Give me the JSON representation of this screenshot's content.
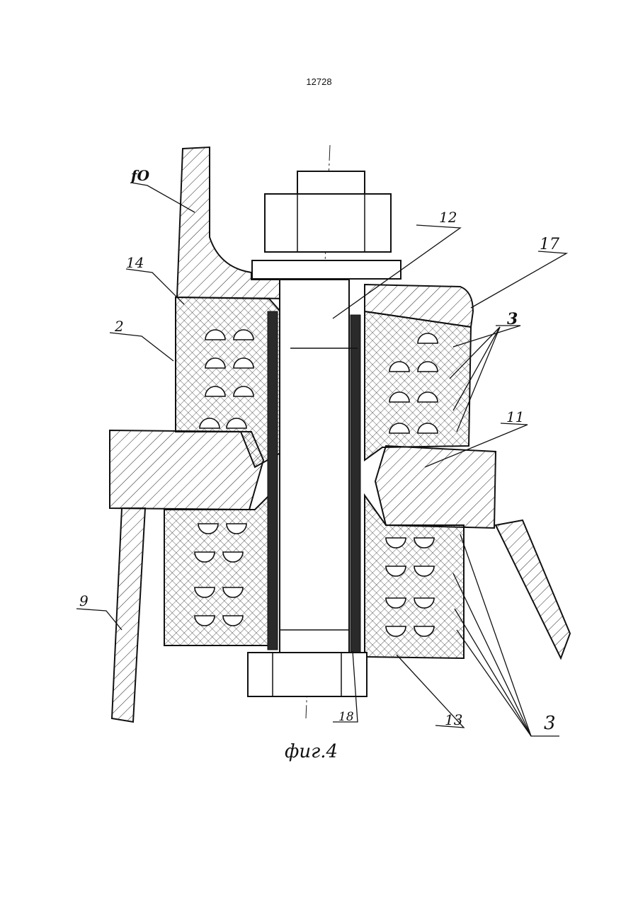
{
  "page": {
    "number": "12728"
  },
  "figure": {
    "caption": "фиг.4",
    "labels": {
      "l10": "fO",
      "l14": "14",
      "l2": "2",
      "l12": "12",
      "l17": "17",
      "l3a": "3",
      "l11": "11",
      "l9": "9",
      "l18": "18",
      "l13": "13",
      "l3b": "3"
    }
  },
  "colors": {
    "ink": "#111111",
    "paper": "#ffffff",
    "sleeve": "#2a2a2a"
  }
}
